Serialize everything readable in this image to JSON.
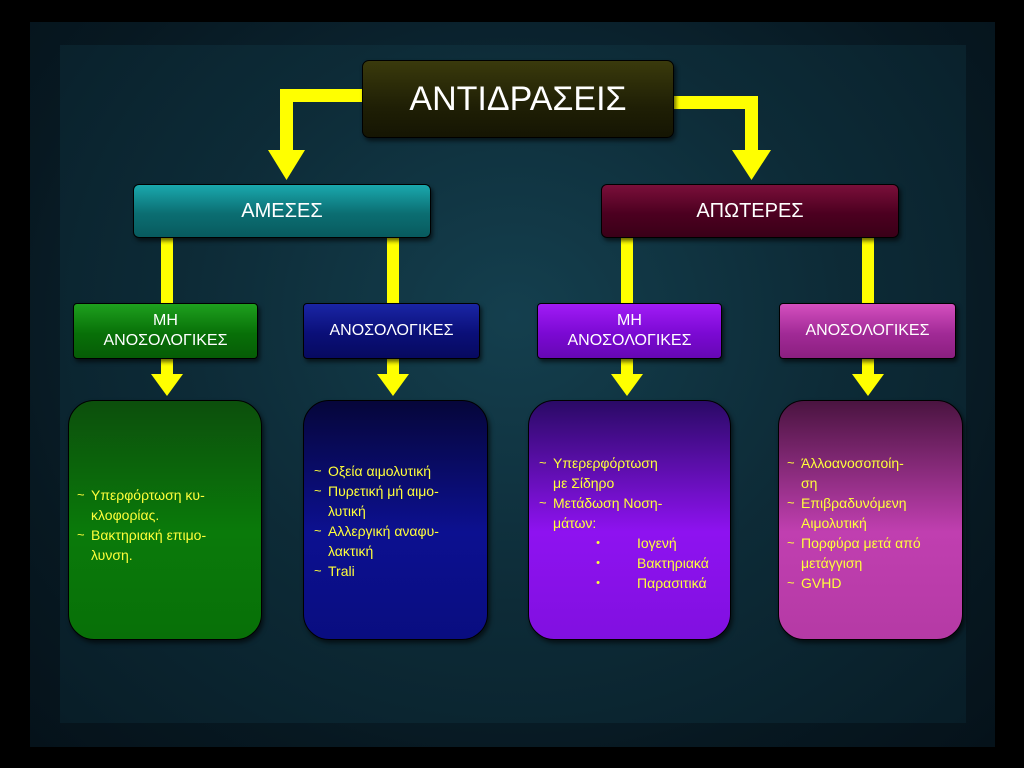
{
  "title": "ΑΝΤΙΔΡΑΣΕΙΣ",
  "branches": {
    "direct": "ΑΜΕΣΕΣ",
    "delayed": "ΑΠΩΤΕΡΕΣ"
  },
  "categories": {
    "direct_nonimmune": [
      "ΜΗ",
      "ΑΝΟΣΟΛΟΓΙΚΕΣ"
    ],
    "direct_immune": "ΑΝΟΣΟΛΟΓΙΚΕΣ",
    "delayed_nonimmune": [
      "ΜΗ",
      "ΑΝΟΣΟΛΟΓΙΚΕΣ"
    ],
    "delayed_immune": "ΑΝΟΣΟΛΟΓΙΚΕΣ"
  },
  "bullet_symbol": "~",
  "sub_bullet_symbol": "•",
  "content": {
    "direct_nonimmune": [
      [
        "Υπερφόρτωση  κυ-",
        "κλοφορίας."
      ],
      [
        "Βακτηριακή επιμο-",
        "λυνση."
      ]
    ],
    "direct_immune": [
      [
        "Οξεία αιμολυτική"
      ],
      [
        "Πυρετική μή αιμο-",
        "λυτική"
      ],
      [
        "Αλλεργική αναφυ-",
        "λακτική"
      ],
      [
        "Trali"
      ]
    ],
    "delayed_nonimmune": {
      "items": [
        [
          "Υπερερφόρτωση",
          "με Σίδηρο"
        ],
        [
          "Μετάδωση Νοση-",
          "μάτων:"
        ]
      ],
      "subitems": [
        "Ιογενή",
        "Βακτηριακά",
        "Παρασιτικά"
      ]
    },
    "delayed_immune": [
      [
        "Άλλοανοσοποίη-",
        "ση"
      ],
      [
        "Επιβραδυνόμενη",
        "Αιμολυτική"
      ],
      [
        "Πορφύρα μετά από",
        "μετάγγιση"
      ],
      [
        "GVHD"
      ]
    ]
  },
  "colors": {
    "connector": "#ffff00",
    "content_text": "#ffff3a"
  }
}
